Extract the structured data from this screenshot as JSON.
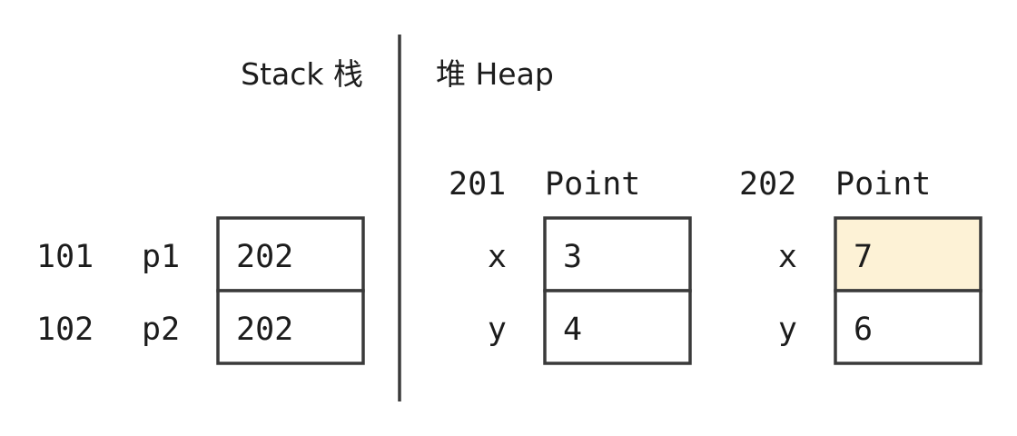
{
  "stack": {
    "title": "Stack 栈",
    "rows": [
      {
        "address": "101",
        "name": "p1",
        "value": "202"
      },
      {
        "address": "102",
        "name": "p2",
        "value": "202"
      }
    ]
  },
  "heap": {
    "title": "堆 Heap",
    "objects": [
      {
        "address": "201",
        "type": "Point",
        "fields": [
          {
            "name": "x",
            "value": "3",
            "highlighted": false
          },
          {
            "name": "y",
            "value": "4",
            "highlighted": false
          }
        ]
      },
      {
        "address": "202",
        "type": "Point",
        "fields": [
          {
            "name": "x",
            "value": "7",
            "highlighted": true
          },
          {
            "name": "y",
            "value": "6",
            "highlighted": false
          }
        ]
      }
    ]
  },
  "colors": {
    "cell_fill": "#ffffff",
    "highlight_fill": "#fdf2d6",
    "border": "#3a3a3a",
    "text": "#1c1c1c"
  }
}
